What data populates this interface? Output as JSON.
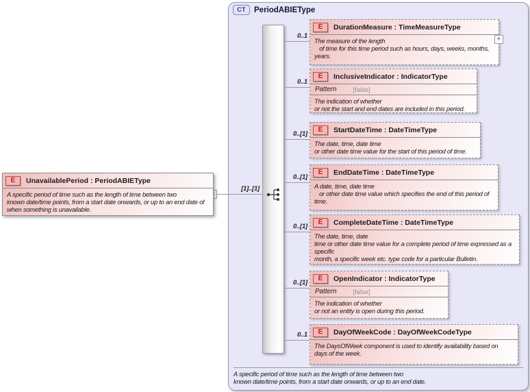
{
  "diagram": {
    "root_element": {
      "icon_label": "E",
      "title": "UnavailablePeriod : PeriodABIEType",
      "description": "A specific period of time such as the length of time between two\nknown date/time points, from a start date onwards, or up to an end date of\nwhen something is unavailable.",
      "connector_cardinality": "[1]..[1]"
    },
    "complex_type": {
      "badge": "CT",
      "title": "PeriodABIEType",
      "compositor": "sequence",
      "description": "A specific period of time such as the length of time between two\nknown date/time points, from a start date onwards, or up to an end date."
    },
    "controls": {
      "collapse_toggle": "−",
      "expand_toggle": "+"
    },
    "children": [
      {
        "icon_label": "E",
        "cardinality": "0..1",
        "title": "DurationMeasure : TimeMeasureType",
        "description": "The measure of the length\n   of time for this time period such as hours, days, weeks, months,\nyears."
      },
      {
        "icon_label": "E",
        "cardinality": "0..1",
        "title": "InclusiveIndicator : IndicatorType",
        "pattern_label": "Pattern",
        "pattern_value": "[false]",
        "description": "The indication of whether\nor not the start and end dates are included in this period."
      },
      {
        "icon_label": "E",
        "cardinality": "0..[1]",
        "title": "StartDateTime : DateTimeType",
        "description": "The date, time, date time\nor other date time value for the start of this period of time."
      },
      {
        "icon_label": "E",
        "cardinality": "0..[1]",
        "title": "EndDateTime : DateTimeType",
        "description": "A date, time, date time\n   or other date time value which specifies the end of this period of\ntime."
      },
      {
        "icon_label": "E",
        "cardinality": "0..[1]",
        "title": "CompleteDateTime : DateTimeType",
        "description": "The date, time, date\ntime or other date time value for a complete period of time expressed as a\nspecific\nmonth, a specific week etc. type code for a particular Bulletin."
      },
      {
        "icon_label": "E",
        "cardinality": "0..[1]",
        "title": "OpenIndicator : IndicatorType",
        "pattern_label": "Pattern",
        "pattern_value": "[false]",
        "description": "The indication of whether\nor not an entity is open during this period."
      },
      {
        "icon_label": "E",
        "cardinality": "0..1",
        "title": "DayOfWeekCode : DayOfWeekCodeType",
        "description": "The DaysOfWeek component is used to identify availability based on\ndays of the week."
      }
    ]
  },
  "colors": {
    "container_fill": "#e7e7f8",
    "element_fill": "#f0bcbc",
    "element_icon_border": "#a05454",
    "element_icon_text": "#c11f1f",
    "line": "#9a9a9a"
  }
}
